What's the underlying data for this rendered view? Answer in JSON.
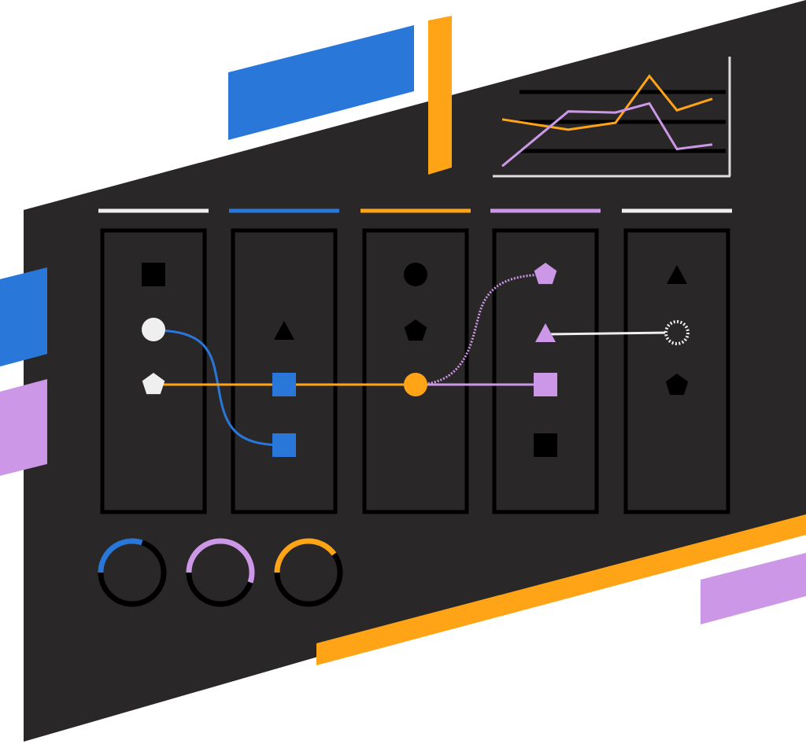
{
  "colors": {
    "panel": "#2a2728",
    "ink": "#000000",
    "white": "#efefef",
    "blue": "#2a77da",
    "orange": "#ffa416",
    "lavender": "#cb97e6",
    "gray_line": "#dddddd"
  },
  "columns": [
    {
      "header_color": "white",
      "nodes": [
        {
          "shape": "square",
          "color": "ink"
        },
        {
          "shape": "circle",
          "color": "white"
        },
        {
          "shape": "pentagon",
          "color": "white"
        }
      ]
    },
    {
      "header_color": "blue",
      "nodes": [
        {
          "shape": "triangle",
          "color": "ink"
        },
        {
          "shape": "square",
          "color": "blue"
        },
        {
          "shape": "square",
          "color": "blue"
        }
      ]
    },
    {
      "header_color": "orange",
      "nodes": [
        {
          "shape": "circle",
          "color": "ink"
        },
        {
          "shape": "pentagon",
          "color": "ink"
        },
        {
          "shape": "circle",
          "color": "orange"
        }
      ]
    },
    {
      "header_color": "lavender",
      "nodes": [
        {
          "shape": "pentagon",
          "color": "lavender"
        },
        {
          "shape": "triangle",
          "color": "lavender"
        },
        {
          "shape": "square",
          "color": "lavender"
        },
        {
          "shape": "square",
          "color": "ink"
        }
      ]
    },
    {
      "header_color": "white",
      "nodes": [
        {
          "shape": "triangle",
          "color": "ink"
        },
        {
          "shape": "circle",
          "color": "white",
          "style": "dashed-ring"
        },
        {
          "shape": "pentagon",
          "color": "ink"
        }
      ]
    }
  ],
  "connectors": [
    {
      "from": "col1-circle",
      "to": "col2-lower-square",
      "color": "blue",
      "style": "solid"
    },
    {
      "from": "col1-pentagon",
      "to": "col3-orange-circle",
      "color": "orange",
      "style": "solid"
    },
    {
      "from": "col3-orange-circle",
      "to": "col4-square",
      "color": "lavender",
      "style": "solid"
    },
    {
      "from": "col3-orange-circle",
      "to": "col4-pentagon",
      "color": "lavender",
      "style": "dotted"
    },
    {
      "from": "col5-dashed-ring",
      "to": "col4-triangle",
      "color": "white",
      "style": "solid"
    }
  ],
  "chart_data": {
    "type": "line",
    "x": [
      0,
      1,
      2,
      3,
      4,
      5,
      6
    ],
    "series": [
      {
        "color": "orange",
        "values": [
          5.6,
          4.7,
          5.3,
          9.4,
          6.4,
          7.4,
          null
        ]
      },
      {
        "color": "lavender",
        "values": [
          1.5,
          6.3,
          6.2,
          7.0,
          3.0,
          3.4,
          null
        ]
      }
    ],
    "ylim": [
      0,
      10
    ],
    "grid": true
  },
  "progress_rings": [
    {
      "color": "blue",
      "value": 0.3
    },
    {
      "color": "lavender",
      "value": 0.55
    },
    {
      "color": "orange",
      "value": 0.4
    }
  ]
}
